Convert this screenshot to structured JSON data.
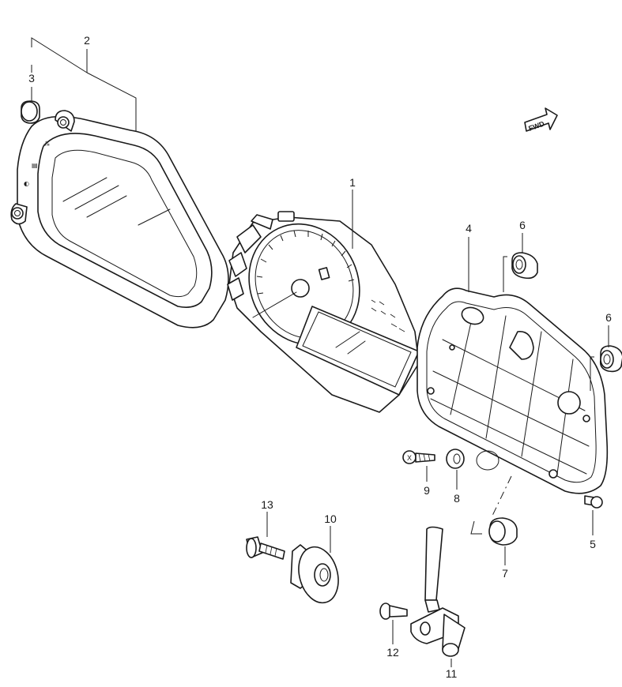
{
  "callouts": {
    "c1": "1",
    "c2": "2",
    "c3": "3",
    "c4": "4",
    "c5": "5",
    "c6a": "6",
    "c6b": "6",
    "c7": "7",
    "c8": "8",
    "c9": "9",
    "c10": "10",
    "c11": "11",
    "c12": "12",
    "c13": "13"
  },
  "direction_badge": {
    "label": "FWD"
  }
}
